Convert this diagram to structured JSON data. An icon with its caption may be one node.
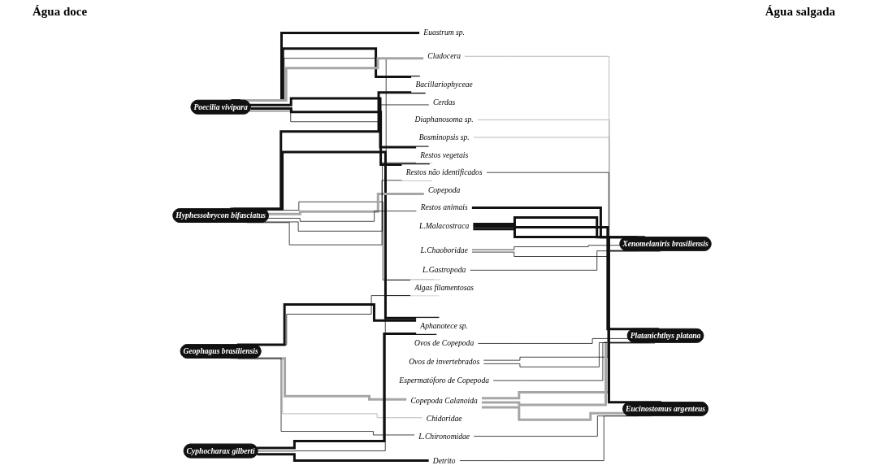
{
  "diagram": {
    "nodes": [
      {
        "text": [
          "Poecilia vivipara"
        ]
      },
      {
        "text": [
          "Geophagus brasiliensis"
        ]
      },
      {
        "text": [
          "Hyphessobrycon bifasciatus"
        ]
      },
      {
        "text": [
          "Cyphocharax gilberti"
        ]
      },
      {
        "text": [
          "Euastrum sp."
        ]
      },
      {
        "text": [
          "Bacillariophyceae"
        ]
      },
      {
        "text": [
          "Aphanotece sp."
        ]
      },
      {
        "text": [
          "Algas filamentosas"
        ]
      },
      {
        "text": [
          "Diaphanosoma sp."
        ]
      },
      {
        "text": [
          "Bosminopsis sp."
        ]
      },
      {
        "text": [
          "Cladocera"
        ]
      },
      {
        "text": [
          "Copepoda"
        ]
      },
      {
        "text": [
          "Copepoda Calanoida"
        ]
      },
      {
        "text": [
          "Chidoridae"
        ]
      },
      {
        "text": [
          "L.Malacostraca"
        ]
      },
      {
        "text": [
          "L.Chaoboridae"
        ]
      },
      {
        "text": [
          "L.Gastropoda"
        ]
      },
      {
        "text": [
          "L.Chironomidae"
        ]
      },
      {
        "text": [
          "Detrito"
        ]
      },
      {
        "text": [
          "Ovos de Copepoda"
        ]
      },
      {
        "text": [
          "Ovos de invertebrados"
        ]
      },
      {
        "text": [
          "Espermatóforo de Copepoda"
        ]
      },
      {
        "text": [
          "Restos animais"
        ]
      },
      {
        "text": [
          "Restos vegetais"
        ]
      },
      {
        "text": [
          "Restos não identificados"
        ]
      },
      {
        "text": [
          "Cerdas"
        ]
      },
      {
        "text": [
          "Xenomelaniris brasiliensis"
        ]
      },
      {
        "text": [
          "Platanichthys platana"
        ]
      },
      {
        "text": [
          "Eucinostomus argenteus"
        ]
      }
    ],
    "edges": [
      {
        "from": 0,
        "to": 4,
        "arrow": "none",
        "style": "thick"
      },
      {
        "from": 0,
        "to": 5,
        "arrow": "none",
        "style": "thick"
      },
      {
        "from": 0,
        "to": 7,
        "arrow": "none"
      },
      {
        "from": 0,
        "to": 10,
        "arrow": "none",
        "style": "thick",
        "color": "#a6a6a6"
      },
      {
        "from": 0,
        "to": 23,
        "arrow": "none",
        "style": "thick"
      },
      {
        "from": 0,
        "to": 24,
        "arrow": "none",
        "style": "thick"
      },
      {
        "from": 0,
        "to": 25,
        "arrow": "none"
      },
      {
        "from": 1,
        "to": 6,
        "arrow": "none",
        "style": "thick"
      },
      {
        "from": 1,
        "to": 7,
        "arrow": "none"
      },
      {
        "from": 1,
        "to": 12,
        "arrow": "none",
        "style": "thick",
        "color": "#a6a6a6"
      },
      {
        "from": 1,
        "to": 13,
        "arrow": "none",
        "color": "#a6a6a6"
      },
      {
        "from": 1,
        "to": 17,
        "arrow": "none"
      },
      {
        "from": 2,
        "to": 5,
        "arrow": "none",
        "style": "thick"
      },
      {
        "from": 2,
        "to": 6,
        "arrow": "none",
        "style": "thick"
      },
      {
        "from": 2,
        "to": 7,
        "arrow": "none"
      },
      {
        "from": 2,
        "to": 11,
        "arrow": "none",
        "style": "thick",
        "color": "#a6a6a6"
      },
      {
        "from": 2,
        "to": 22,
        "arrow": "none"
      },
      {
        "from": 2,
        "to": 23,
        "arrow": "none"
      },
      {
        "from": 2,
        "to": 24,
        "arrow": "none"
      },
      {
        "from": 3,
        "to": 6,
        "arrow": "none",
        "style": "thick"
      },
      {
        "from": 3,
        "to": 7,
        "arrow": "none"
      },
      {
        "from": 3,
        "to": 18,
        "arrow": "none",
        "style": "thick"
      },
      {
        "from": 10,
        "to": 26,
        "arrow": "none",
        "color": "#a6a6a6"
      },
      {
        "from": 12,
        "to": 26,
        "arrow": "none",
        "style": "thick",
        "color": "#a6a6a6"
      },
      {
        "from": 14,
        "to": 26,
        "arrow": "none",
        "style": "thick"
      },
      {
        "from": 15,
        "to": 26,
        "arrow": "none"
      },
      {
        "from": 16,
        "to": 26,
        "arrow": "none"
      },
      {
        "from": 20,
        "to": 26,
        "arrow": "none"
      },
      {
        "from": 22,
        "to": 26,
        "arrow": "none",
        "style": "thick"
      },
      {
        "from": 8,
        "to": 27,
        "arrow": "none",
        "color": "#a6a6a6"
      },
      {
        "from": 9,
        "to": 27,
        "arrow": "none",
        "color": "#a6a6a6"
      },
      {
        "from": 12,
        "to": 27,
        "arrow": "none",
        "style": "thick",
        "color": "#a6a6a6"
      },
      {
        "from": 14,
        "to": 27,
        "arrow": "none",
        "style": "thick"
      },
      {
        "from": 19,
        "to": 27,
        "arrow": "none"
      },
      {
        "from": 20,
        "to": 27,
        "arrow": "none"
      },
      {
        "from": 21,
        "to": 27,
        "arrow": "none"
      },
      {
        "from": 24,
        "to": 27,
        "arrow": "none"
      },
      {
        "from": 12,
        "to": 28,
        "arrow": "none",
        "style": "thick",
        "color": "#a6a6a6"
      },
      {
        "from": 14,
        "to": 28,
        "arrow": "none",
        "style": "thick"
      },
      {
        "from": 15,
        "to": 28,
        "arrow": "none"
      },
      {
        "from": 17,
        "to": 28,
        "arrow": "none"
      },
      {
        "from": 18,
        "to": 28,
        "arrow": "none"
      }
    ],
    "labels": [
      "Água doce",
      "Água salgada"
    ]
  }
}
